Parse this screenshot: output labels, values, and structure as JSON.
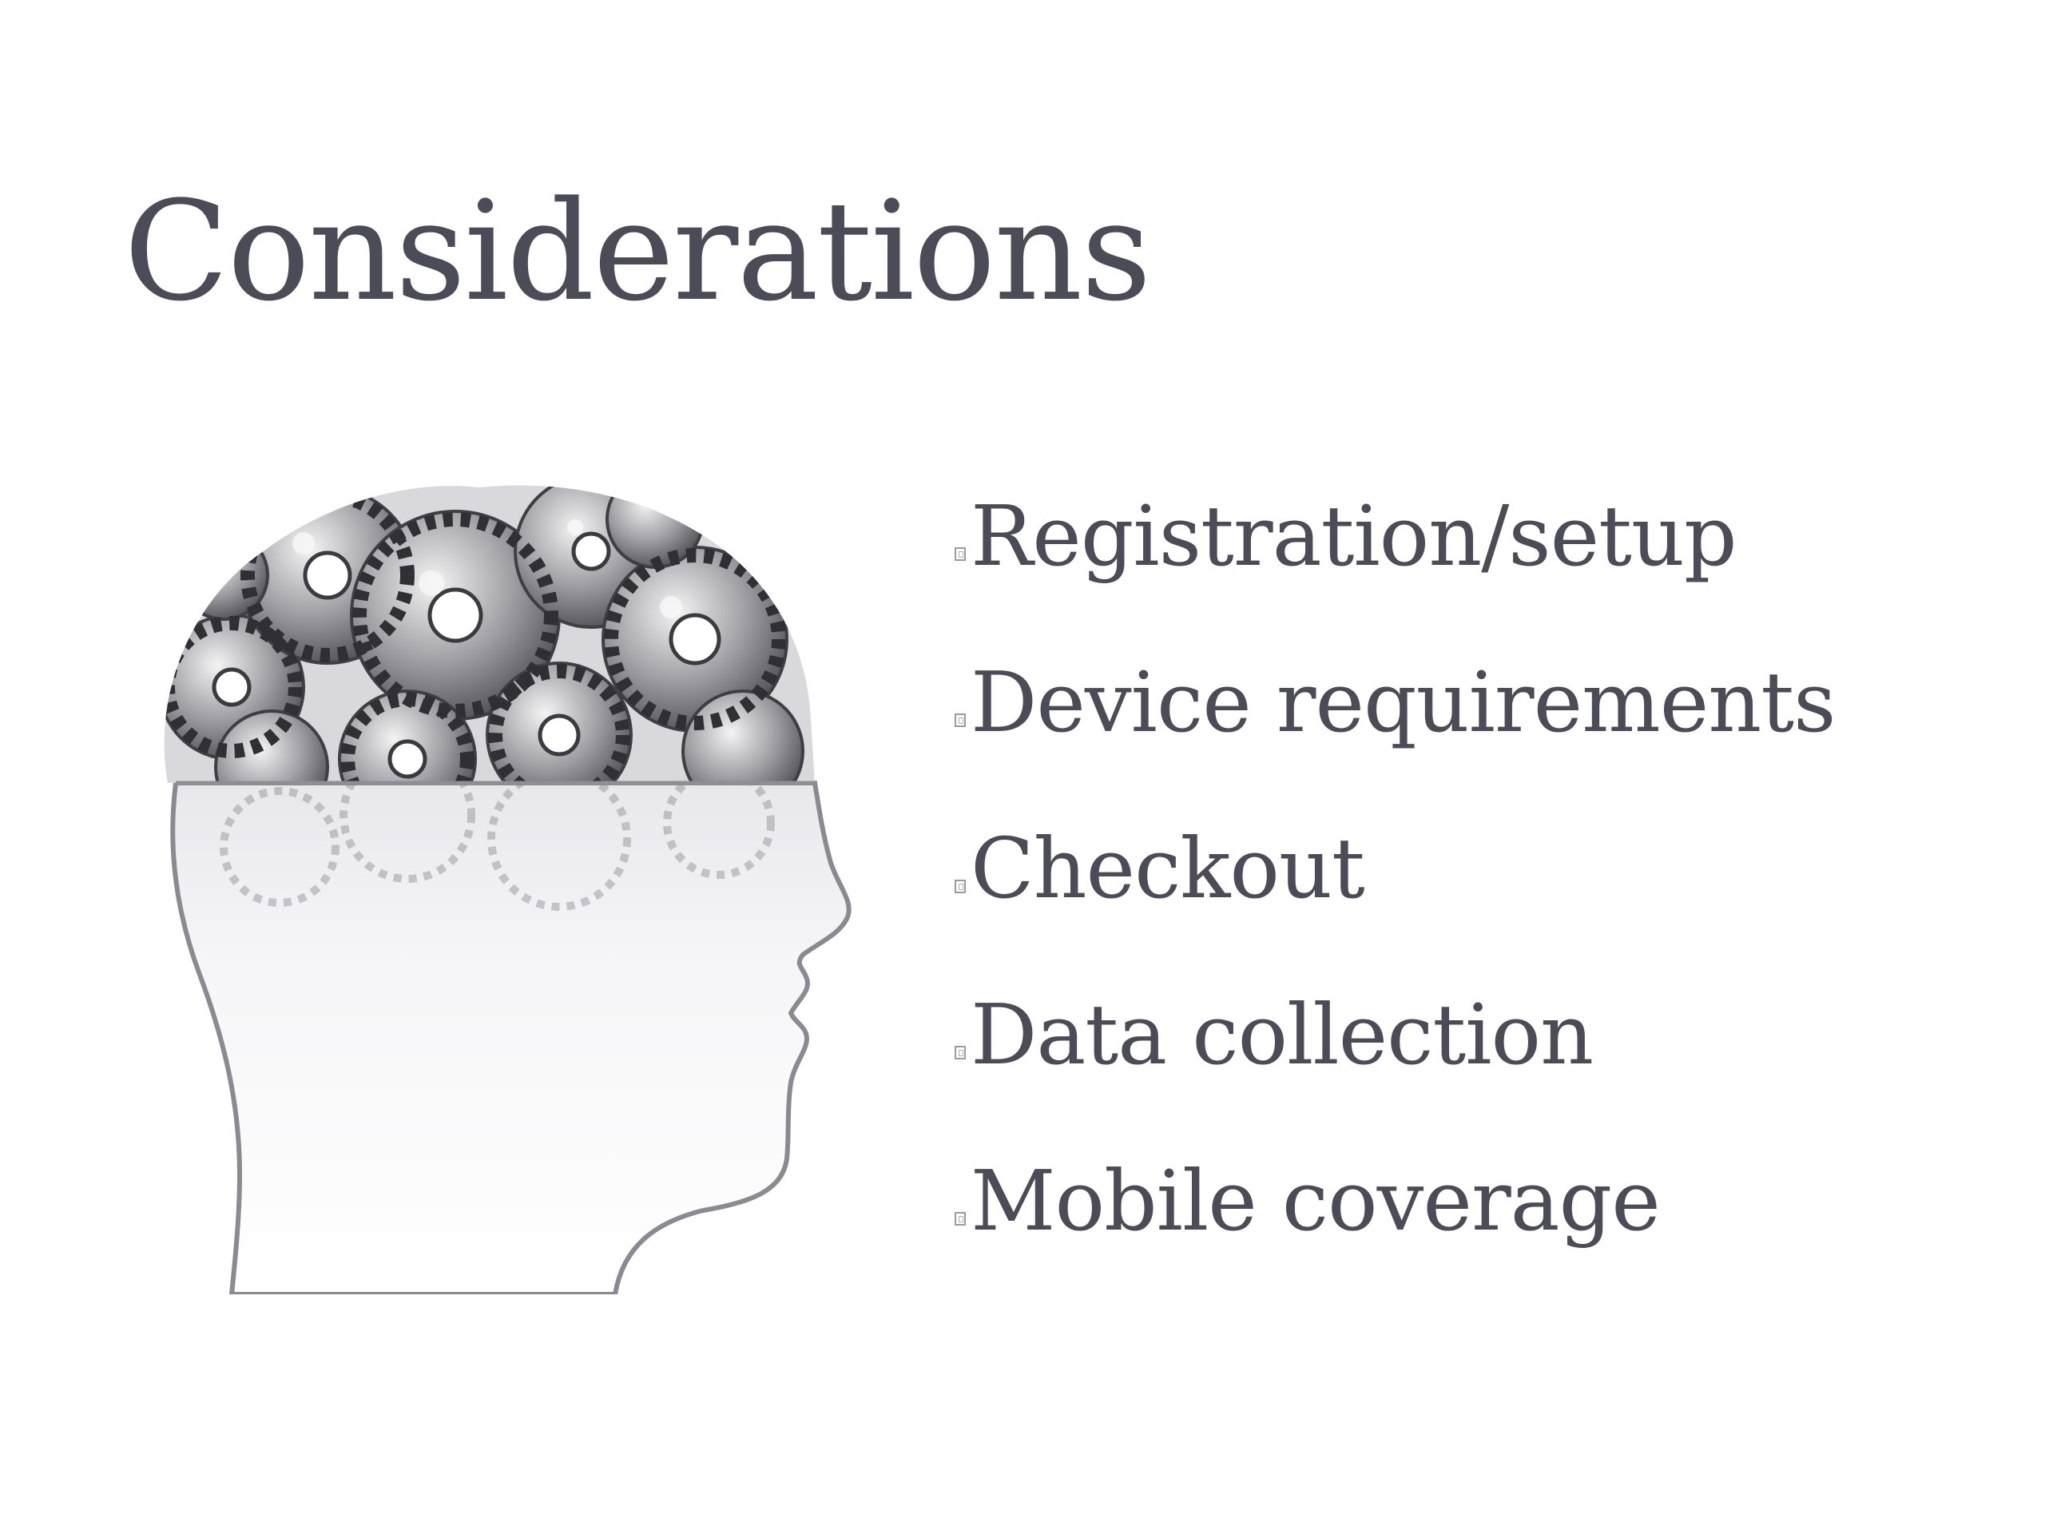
{
  "slide": {
    "title": "Considerations",
    "bullets": [
      {
        "text": "Registration/setup"
      },
      {
        "text": "Device requirements"
      },
      {
        "text": "Checkout"
      },
      {
        "text": "Data collection"
      },
      {
        "text": "Mobile coverage"
      }
    ],
    "colors": {
      "text": "#4b4c58",
      "background": "#ffffff",
      "gear": "#7d7d84"
    },
    "illustration_icon": "head-with-gears-icon",
    "bullet_icon": "missing-glyph-box-icon"
  }
}
